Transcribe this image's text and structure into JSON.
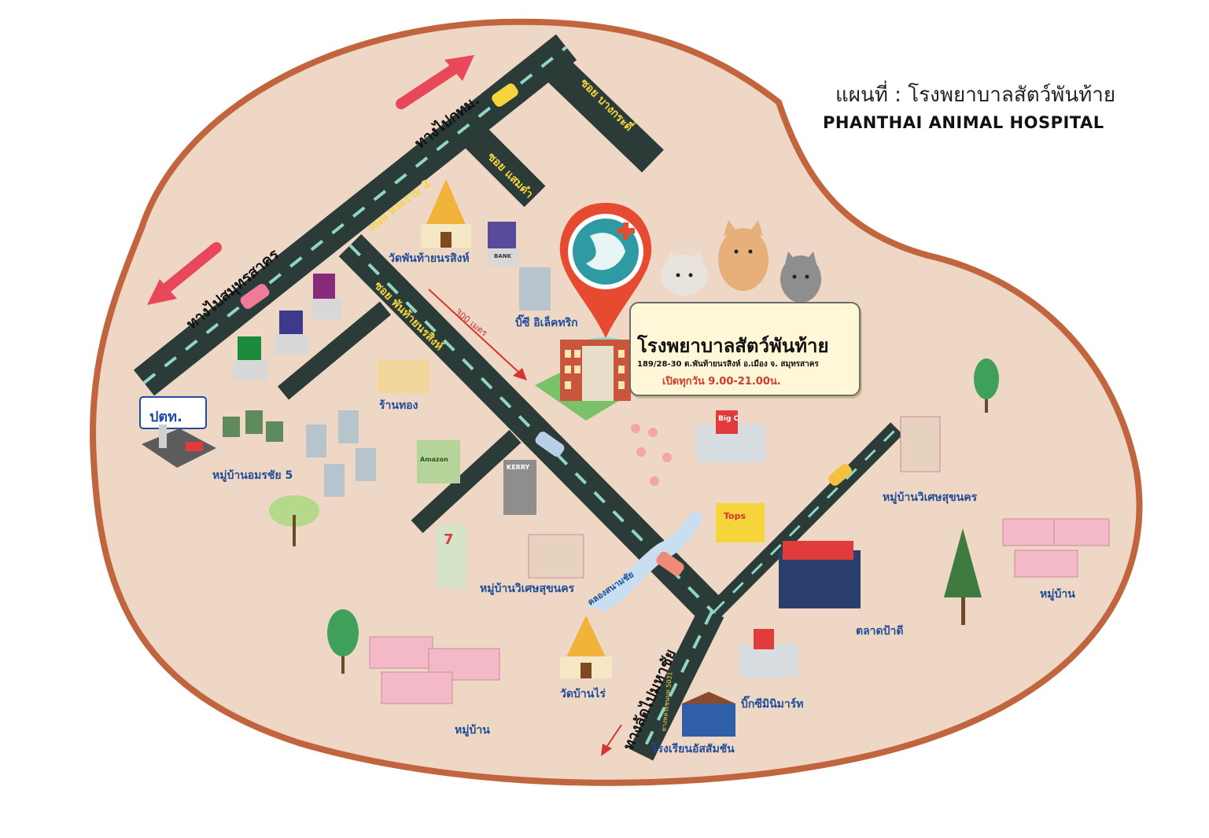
{
  "header": {
    "title_th": "แผนที่ : โรงพยาบาลสัตว์พันท้าย",
    "title_en": "PHANTHAI ANIMAL HOSPITAL"
  },
  "hospital": {
    "name": "โรงพยาบาลสัตว์พันท้าย",
    "address": "189/28-30 ต.พันท้ายนรสิงห์ อ.เมือง จ. สมุทรสาคร",
    "hours": "เปิดทุกวัน 9.00-21.00น.",
    "distance": "300 เมตร"
  },
  "roads": {
    "main": "ถนน พระราม 2",
    "soi_phanthai": "ซอย พันท้ายนรสิงห์",
    "soi_bangkradi": "ซอย บางกระดี่",
    "soi_saemdam": "ซอย แสมดำ",
    "highway": "ทางหลวงชนบท 5031"
  },
  "directions": {
    "to_bangkok": "ทางไปกทม.",
    "to_samutsakhon": "ทางไปสมุทรสาคร",
    "to_mahachai": "ทางลัดไปมหาชัย"
  },
  "places": {
    "wat_phanthai": "วัดพันท้ายนรสิงห์",
    "bigc_extra": "บิ๊ซี อิเล็คทริก",
    "gold_shop": "ร้านทอง",
    "village_amornchai": "หมู่บ้านอมรชัย 5",
    "village_wisetsukhon_1": "หมู่บ้านวิเศษสุขนคร",
    "village_wisetsukhon_2": "หมู่บ้านวิเศษสุขนคร",
    "canal": "คลองสนามชัย",
    "market": "ตลาดป้าดี",
    "village_right": "หมู่บ้าน",
    "village_left": "หมู่บ้าน",
    "wat_banrai": "วัดบ้านไร่",
    "bigc_mini": "บิ๊กซีมินิมาร์ท",
    "school": "โรงเรียนอัสสัมชัน"
  },
  "signs": {
    "ptt": "ปตท.",
    "bank": "BANK",
    "bigc": "Big C",
    "tops": "Tops",
    "kerry": "KERRY",
    "amazon": "Amazon",
    "seven": "7"
  },
  "colors": {
    "land": "#efd7c5",
    "border": "#c1653f",
    "road": "#2a3b38",
    "road_dash": "#8fd6c4",
    "label": "#1f4c97",
    "road_label": "#f4d641",
    "arrow": "#e8485a",
    "pin": "#e64b32"
  },
  "icons": [
    "hospital-pin-icon",
    "cat-icon",
    "temple-icon",
    "bank-icon",
    "gas-station-icon",
    "tree-icon",
    "house-icon",
    "car-icon",
    "paw-icon",
    "store-icon",
    "school-icon"
  ]
}
